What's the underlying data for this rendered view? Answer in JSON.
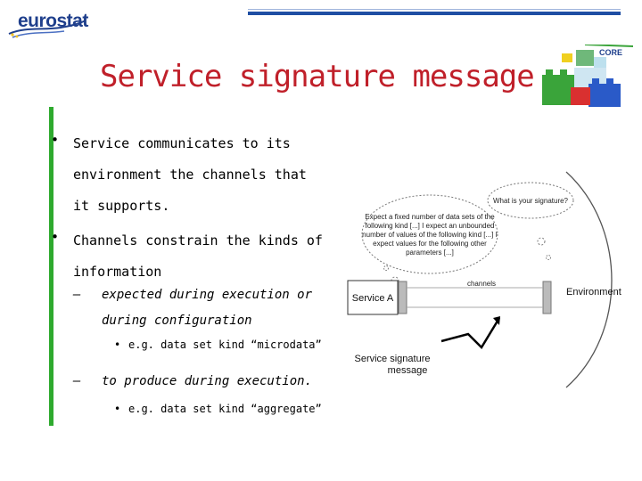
{
  "header": {
    "logo_text": "eurostat",
    "core_label": "CORE"
  },
  "title": "Service signature message",
  "bullets": [
    {
      "lines": [
        "Service communicates to its",
        "environment the channels that",
        "it supports."
      ]
    },
    {
      "lines": [
        "Channels constrain the kinds of",
        "information"
      ]
    }
  ],
  "sub_items": [
    {
      "lines": [
        "expected during execution or",
        "during configuration"
      ]
    },
    {
      "lines": [
        "to produce during execution."
      ]
    }
  ],
  "examples": [
    "e.g. data set kind “microdata”",
    "e.g. data set kind “aggregate”"
  ],
  "diagram": {
    "question": "What is your signature?",
    "answer_lines": [
      "Expect a fixed number of data sets of the",
      "following kind [...] I expect an unbounded",
      "number of values of the following kind [...] I",
      "expect values for the following other",
      "parameters [...]"
    ],
    "channels_label": "channels",
    "service_a": "Service A",
    "environment": "Environment",
    "message_line1": "Service signature",
    "message_line2": "message"
  }
}
